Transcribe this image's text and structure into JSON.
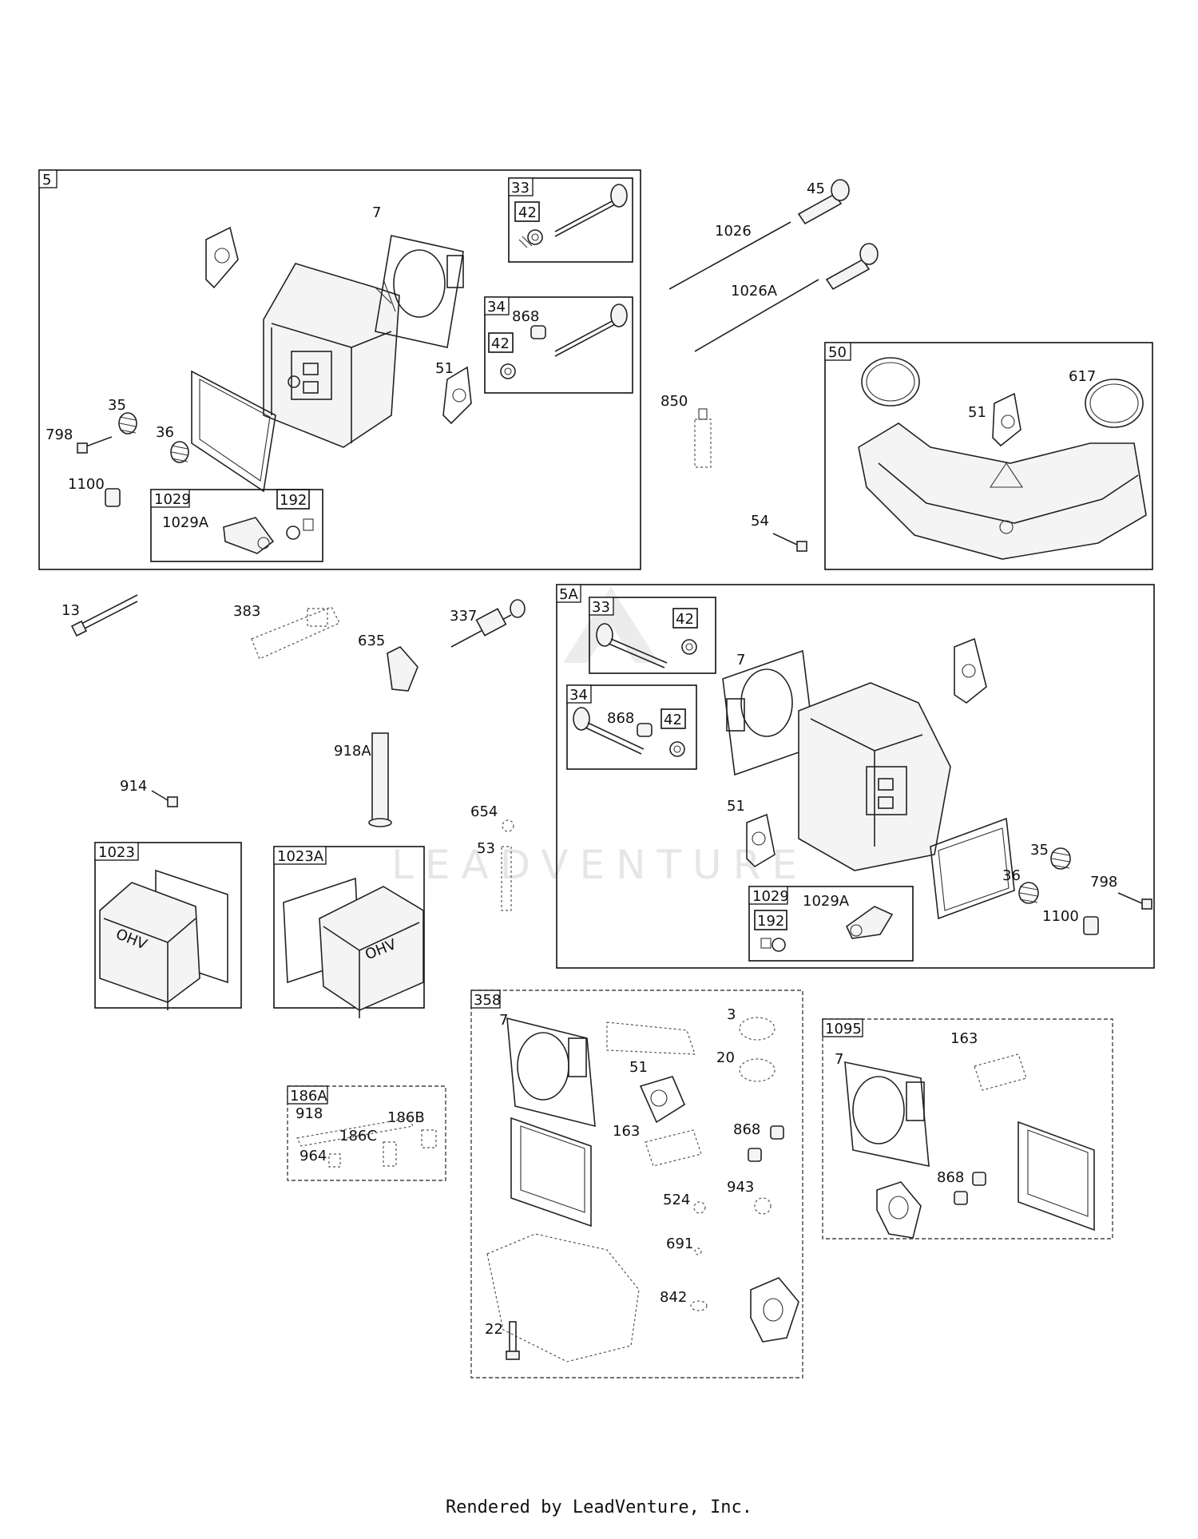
{
  "footer": {
    "text": "Rendered by LeadVenture, Inc."
  },
  "watermark": {
    "text": "LEADVENTURE",
    "color": "#e6e6e6"
  },
  "groups": {
    "g5": "5",
    "g33a": "33",
    "g42a": "42",
    "g34a": "34",
    "g42b": "42",
    "g1029a": "1029",
    "g192a": "192",
    "g50": "50",
    "g5A": "5A",
    "g33b": "33",
    "g42c": "42",
    "g34b": "34",
    "g42d": "42",
    "g1029b": "1029",
    "g192b": "192",
    "g1023": "1023",
    "g1023A": "1023A",
    "g358": "358",
    "g186A": "186A",
    "g1095": "1095"
  },
  "labels": {
    "p7a": "7",
    "p868a": "868",
    "p51a": "51",
    "p35a": "35",
    "p36a": "36",
    "p798a": "798",
    "p1100a": "1100",
    "p1029Aa": "1029A",
    "p45": "45",
    "p1026": "1026",
    "p1026A": "1026A",
    "p850": "850",
    "p617": "617",
    "p51b": "51",
    "p54": "54",
    "p13": "13",
    "p383": "383",
    "p635": "635",
    "p337": "337",
    "p918A": "918A",
    "p914": "914",
    "p654": "654",
    "p53": "53",
    "p7b": "7",
    "p868b": "868",
    "p51c": "51",
    "p35b": "35",
    "p36b": "36",
    "p798b": "798",
    "p1100b": "1100",
    "p1029Ab": "1029A",
    "p7c": "7",
    "p3": "3",
    "p51d": "51",
    "p20": "20",
    "p163a": "163",
    "p868c": "868",
    "p524": "524",
    "p943": "943",
    "p691": "691",
    "p842": "842",
    "p22": "22",
    "p918": "918",
    "p186B": "186B",
    "p186C": "186C",
    "p964": "964",
    "p163b": "163",
    "p7d": "7",
    "p868d": "868"
  },
  "cover_logo": "OHV"
}
